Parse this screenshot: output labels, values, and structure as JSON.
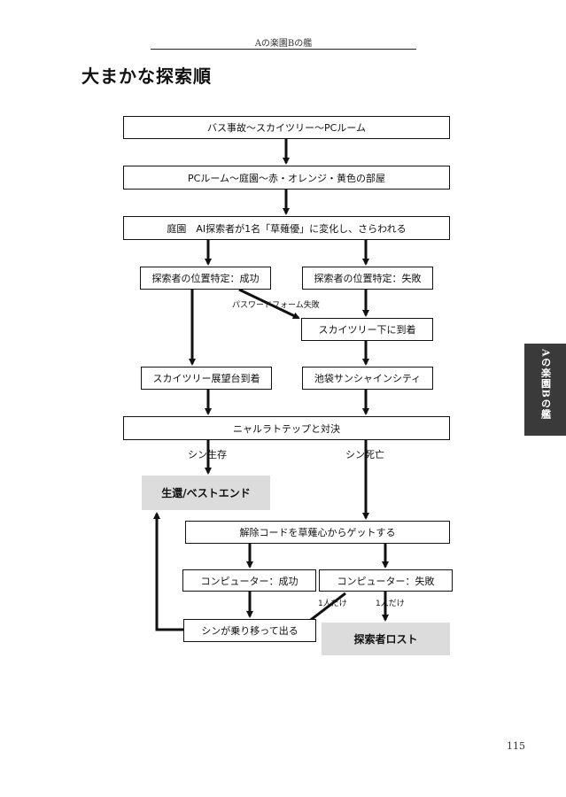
{
  "header": {
    "running_title": "Aの楽園Bの艦",
    "page_title": "大まかな探索順"
  },
  "side_tab": {
    "label": "Aの楽園Bの艦"
  },
  "page_number": "115",
  "flowchart": {
    "nodes": {
      "bus_accident": "バス事故〜スカイツリー〜PCルーム",
      "pc_room": "PCルーム〜庭園〜赤・オレンジ・黄色の部屋",
      "garden": "庭園　AI探索者が1名「草薙優」に変化し、さらわれる",
      "locate_success": "探索者の位置特定：成功",
      "locate_fail": "探索者の位置特定：失敗",
      "skytree_below": "スカイツリー下に到着",
      "skytree_deck": "スカイツリー展望台到着",
      "ikebukuro": "池袋サンシャインシティ",
      "nyarlathotep": "ニャルラトテップと対決",
      "return_best": "生還/ベストエンド",
      "unlock_code": "解除コードを草薙心からゲットする",
      "computer_success": "コンピューター：成功",
      "computer_fail": "コンピューター：失敗",
      "shin_leaves": "シンが乗り移って出る",
      "explorer_lost": "探索者ロスト"
    },
    "edge_labels": {
      "password_fail": "パスワードフォーム失敗",
      "shin_survives": "シン生存",
      "shin_dies": "シン死亡",
      "one_person_a": "1人だけ",
      "one_person_b": "1人だけ"
    }
  }
}
